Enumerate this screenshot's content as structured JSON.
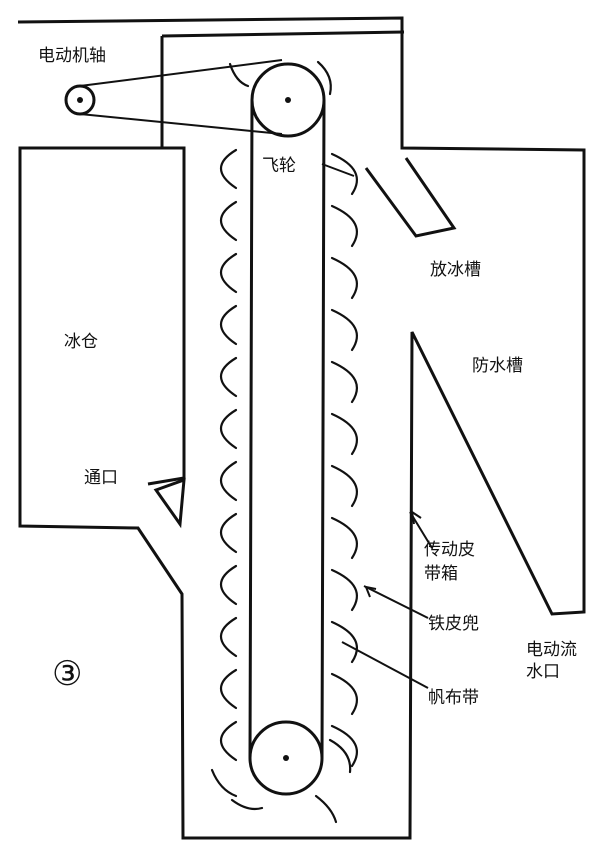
{
  "labels": {
    "motor_shaft": "电动机轴",
    "flywheel": "飞轮",
    "ice_chute": "放冰槽",
    "ice_bin": "冰仓",
    "water_trough": "防水槽",
    "outlet": "通口",
    "belt_housing_line1": "传动皮",
    "belt_housing_line2": "带箱",
    "sheet_iron_bucket": "铁皮兜",
    "motor_outlet_line1": "电动流",
    "motor_outlet_line2": "水口",
    "canvas_belt": "帆布带"
  },
  "figure_number": "③"
}
